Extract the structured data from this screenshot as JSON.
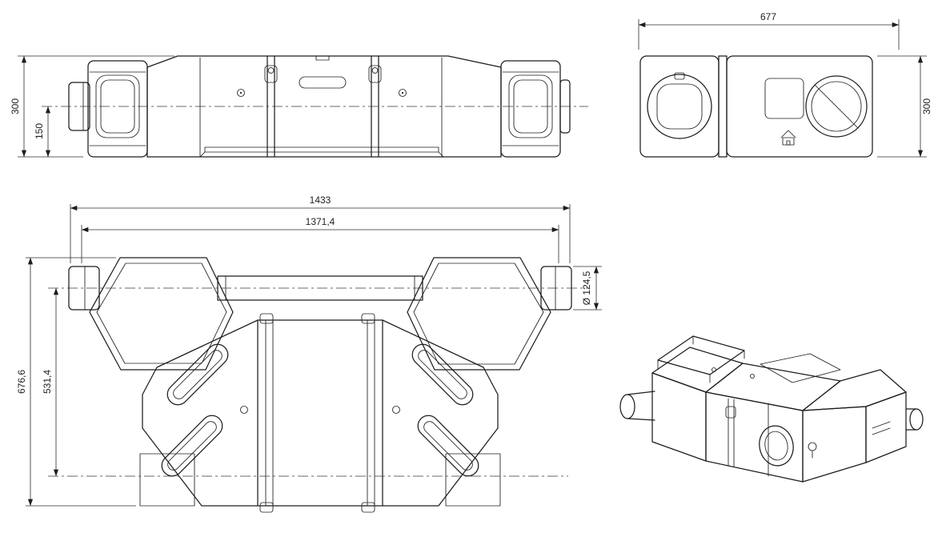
{
  "drawing": {
    "background": "#ffffff",
    "line_color": "#1d1d1d",
    "views": {
      "front": {
        "dim_height": "300",
        "dim_axis_height": "150"
      },
      "side": {
        "dim_width": "677",
        "dim_height": "300"
      },
      "top": {
        "dim_length_overall": "1433",
        "dim_length_duct_span": "1371,4",
        "dim_depth_overall": "676,6",
        "dim_depth_axis": "531,4",
        "dim_duct_diameter": "Ø 124,5"
      }
    },
    "icons": {
      "house": "house-icon",
      "tree": "tree-icon"
    }
  }
}
